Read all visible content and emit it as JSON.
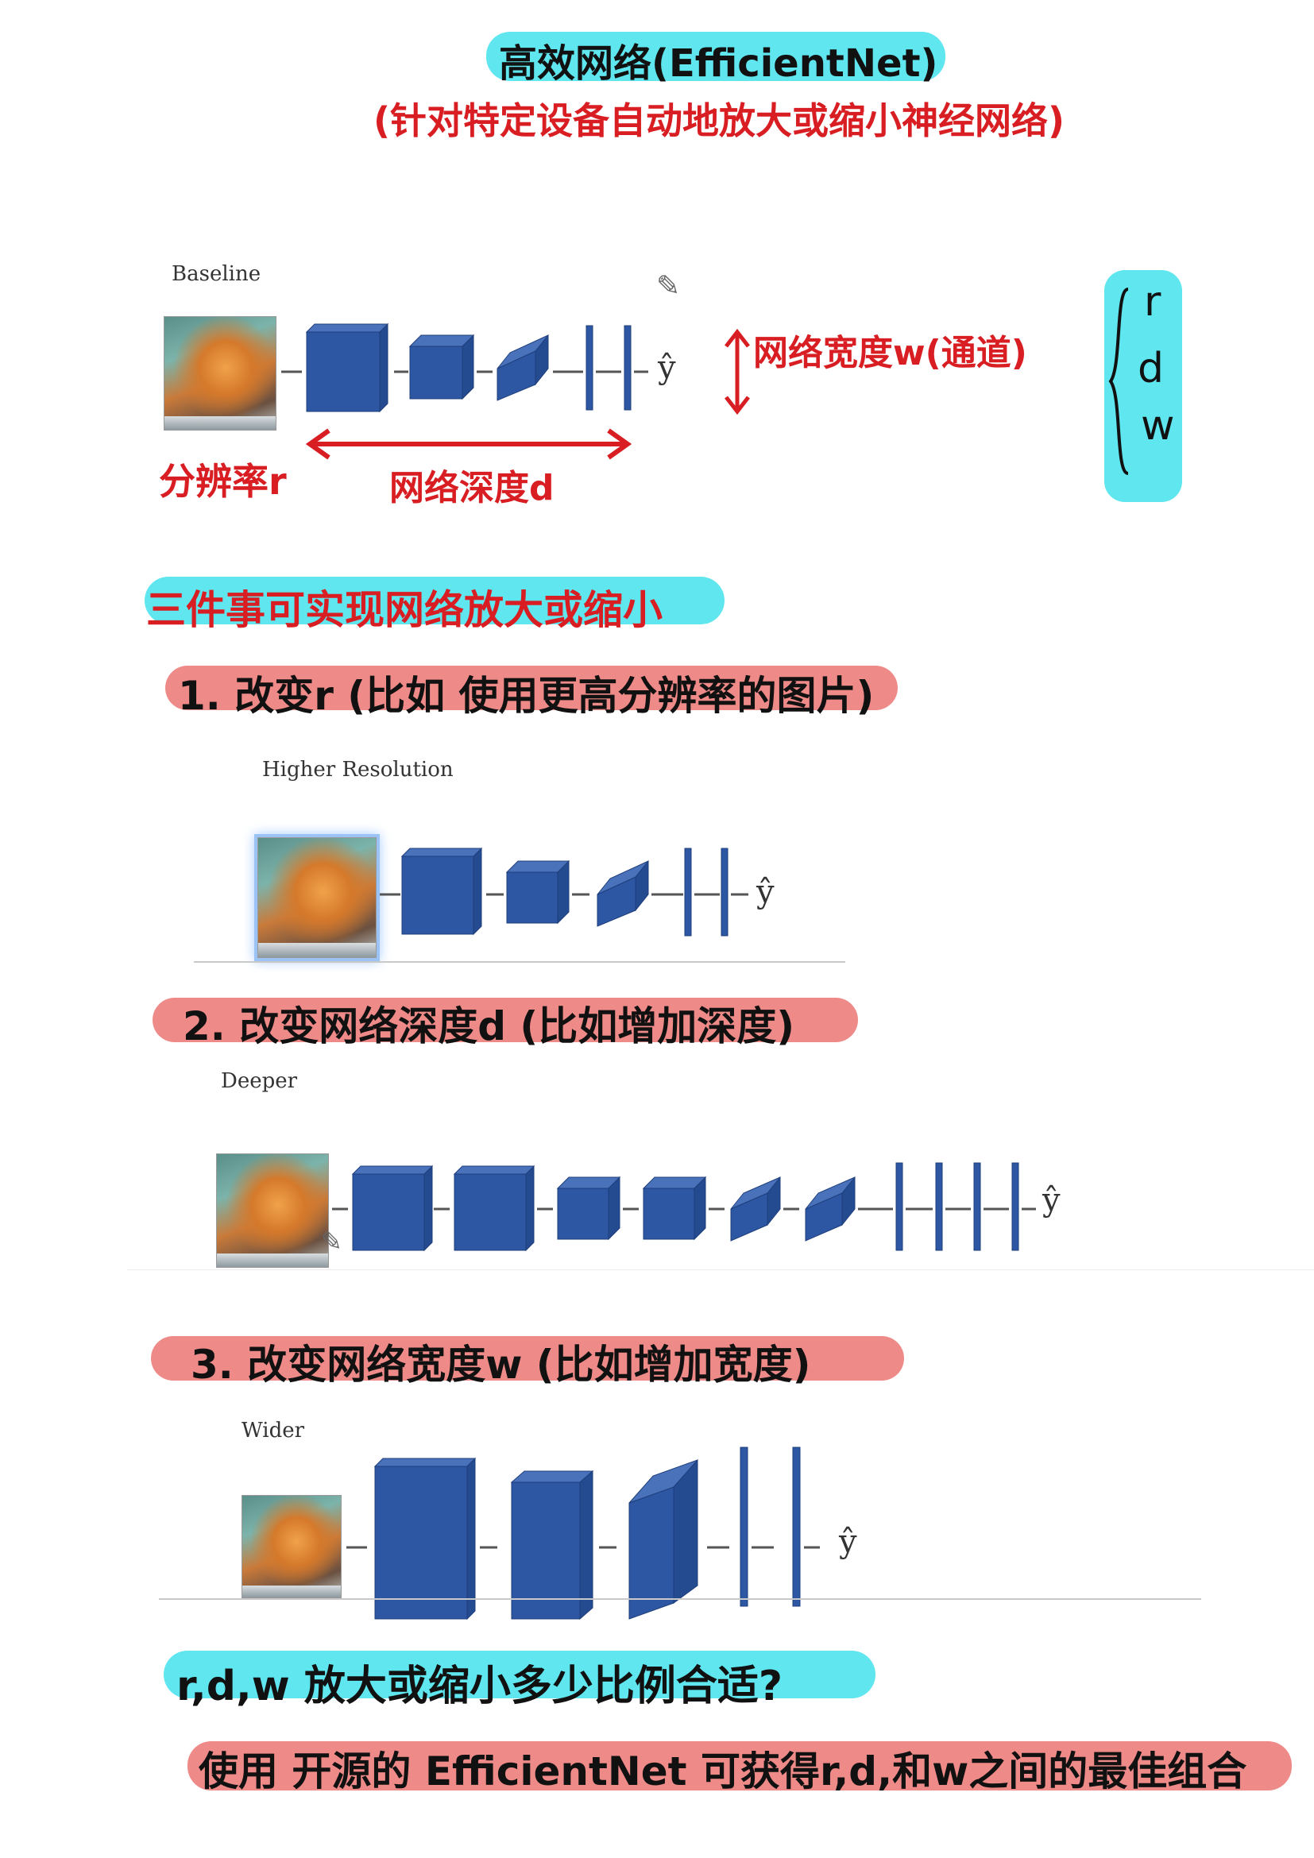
{
  "title": {
    "line1": "高效网络(EfficientNet)",
    "line2": "(针对特定设备自动地放大或缩小神经网络)"
  },
  "baseline": {
    "label": "Baseline",
    "output": "ŷ",
    "resolution_note": "分辨率r",
    "depth_note": "网络深度d",
    "width_note": "网络宽度w(通道)",
    "brace_items": [
      "r",
      "d",
      "w"
    ]
  },
  "intro": "三件事可实现网络放大或缩小",
  "steps": [
    {
      "heading": "1. 改变r (比如 使用更高分辨率的图片)",
      "label": "Higher Resolution",
      "output": "ŷ"
    },
    {
      "heading": "2. 改变网络深度d (比如增加深度)",
      "label": "Deeper",
      "output": "ŷ"
    },
    {
      "heading": "3. 改变网络宽度w (比如增加宽度)",
      "label": "Wider",
      "output": "ŷ"
    }
  ],
  "question": "r,d,w 放大或缩小多少比例合适?",
  "answer": "使用 开源的 EfficientNet 可获得r,d,和w之间的最佳组合",
  "colors": {
    "cyan_highlight": "#5fe6ef",
    "pink_highlight": "#ee8a88",
    "red_ink": "#d81e22",
    "block_blue": "#2d56a3"
  },
  "icons": [
    "pencil-icon",
    "double-arrow-icon",
    "brace-icon"
  ]
}
